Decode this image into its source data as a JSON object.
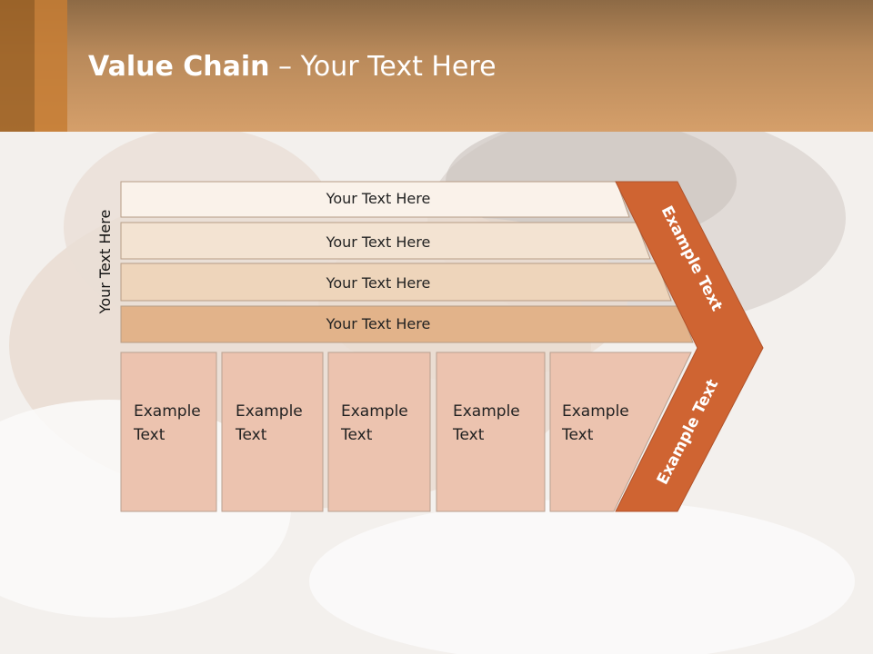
{
  "title": {
    "bold": "Value Chain",
    "rest": " – Your Text Here"
  },
  "side_label": "Your Text Here",
  "rows": [
    {
      "label": "Your Text Here",
      "color": "#faf2ea"
    },
    {
      "label": "Your Text Here",
      "color": "#f3e3d2"
    },
    {
      "label": "Your Text Here",
      "color": "#eed5bb"
    },
    {
      "label": "Your Text Here",
      "color": "#e2b38a"
    }
  ],
  "boxes": [
    {
      "line1": "Example",
      "line2": "Text"
    },
    {
      "line1": "Example",
      "line2": "Text"
    },
    {
      "line1": "Example",
      "line2": "Text"
    },
    {
      "line1": "Example",
      "line2": "Text"
    },
    {
      "line1": "Example",
      "line2": "Text"
    }
  ],
  "chevron": {
    "upper_label": "Example Text",
    "lower_label": "Example Text",
    "color": "#cf6432"
  },
  "colors": {
    "box_fill": "#ecc3af",
    "box_stroke": "#b8a090"
  }
}
